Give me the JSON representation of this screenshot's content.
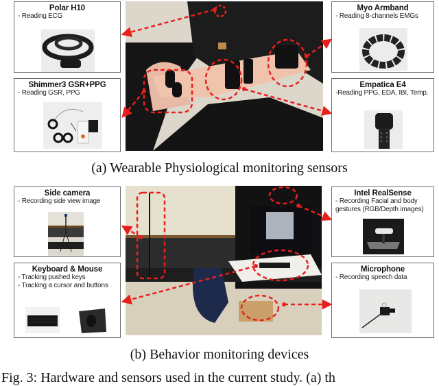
{
  "figure": {
    "part_a": {
      "caption": "(a) Wearable Physiological monitoring sensors",
      "devices": [
        {
          "name": "Polar H10",
          "desc": [
            "- Reading ECG"
          ],
          "icon": "chest-strap-image"
        },
        {
          "name": "Shimmer3 GSR+PPG",
          "desc": [
            "- Reading GSR, PPG"
          ],
          "icon": "gsr-sensor-image"
        },
        {
          "name": "Myo Armband",
          "desc": [
            "- Reading 8-channels EMGs"
          ],
          "icon": "armband-image"
        },
        {
          "name": "Empatica E4",
          "desc": [
            "-Reading PPG, EDA, IBI, Temp."
          ],
          "icon": "wristband-image"
        }
      ],
      "photo": "person-wearing-sensors-photo"
    },
    "part_b": {
      "caption": "(b) Behavior monitoring devices",
      "devices": [
        {
          "name": "Side camera",
          "desc": [
            "- Recording side view image"
          ],
          "icon": "tripod-camera-image"
        },
        {
          "name": "Keyboard & Mouse",
          "desc": [
            "- Tracking pushed keys",
            "- Tracking a cursor and buttons"
          ],
          "icon": "keyboard-mouse-image"
        },
        {
          "name": "Intel RealSense",
          "desc": [
            "- Recording Facial and body",
            "gestures (RGB/Depth images)"
          ],
          "icon": "depth-camera-image"
        },
        {
          "name": "Microphone",
          "desc": [
            "- Recording speech data"
          ],
          "icon": "microphone-image"
        }
      ],
      "photo": "lab-setup-photo"
    },
    "main_caption_partial": "Fig. 3: Hardware and sensors used in the current study. (a) th",
    "annotation_color": "#e8201c"
  }
}
